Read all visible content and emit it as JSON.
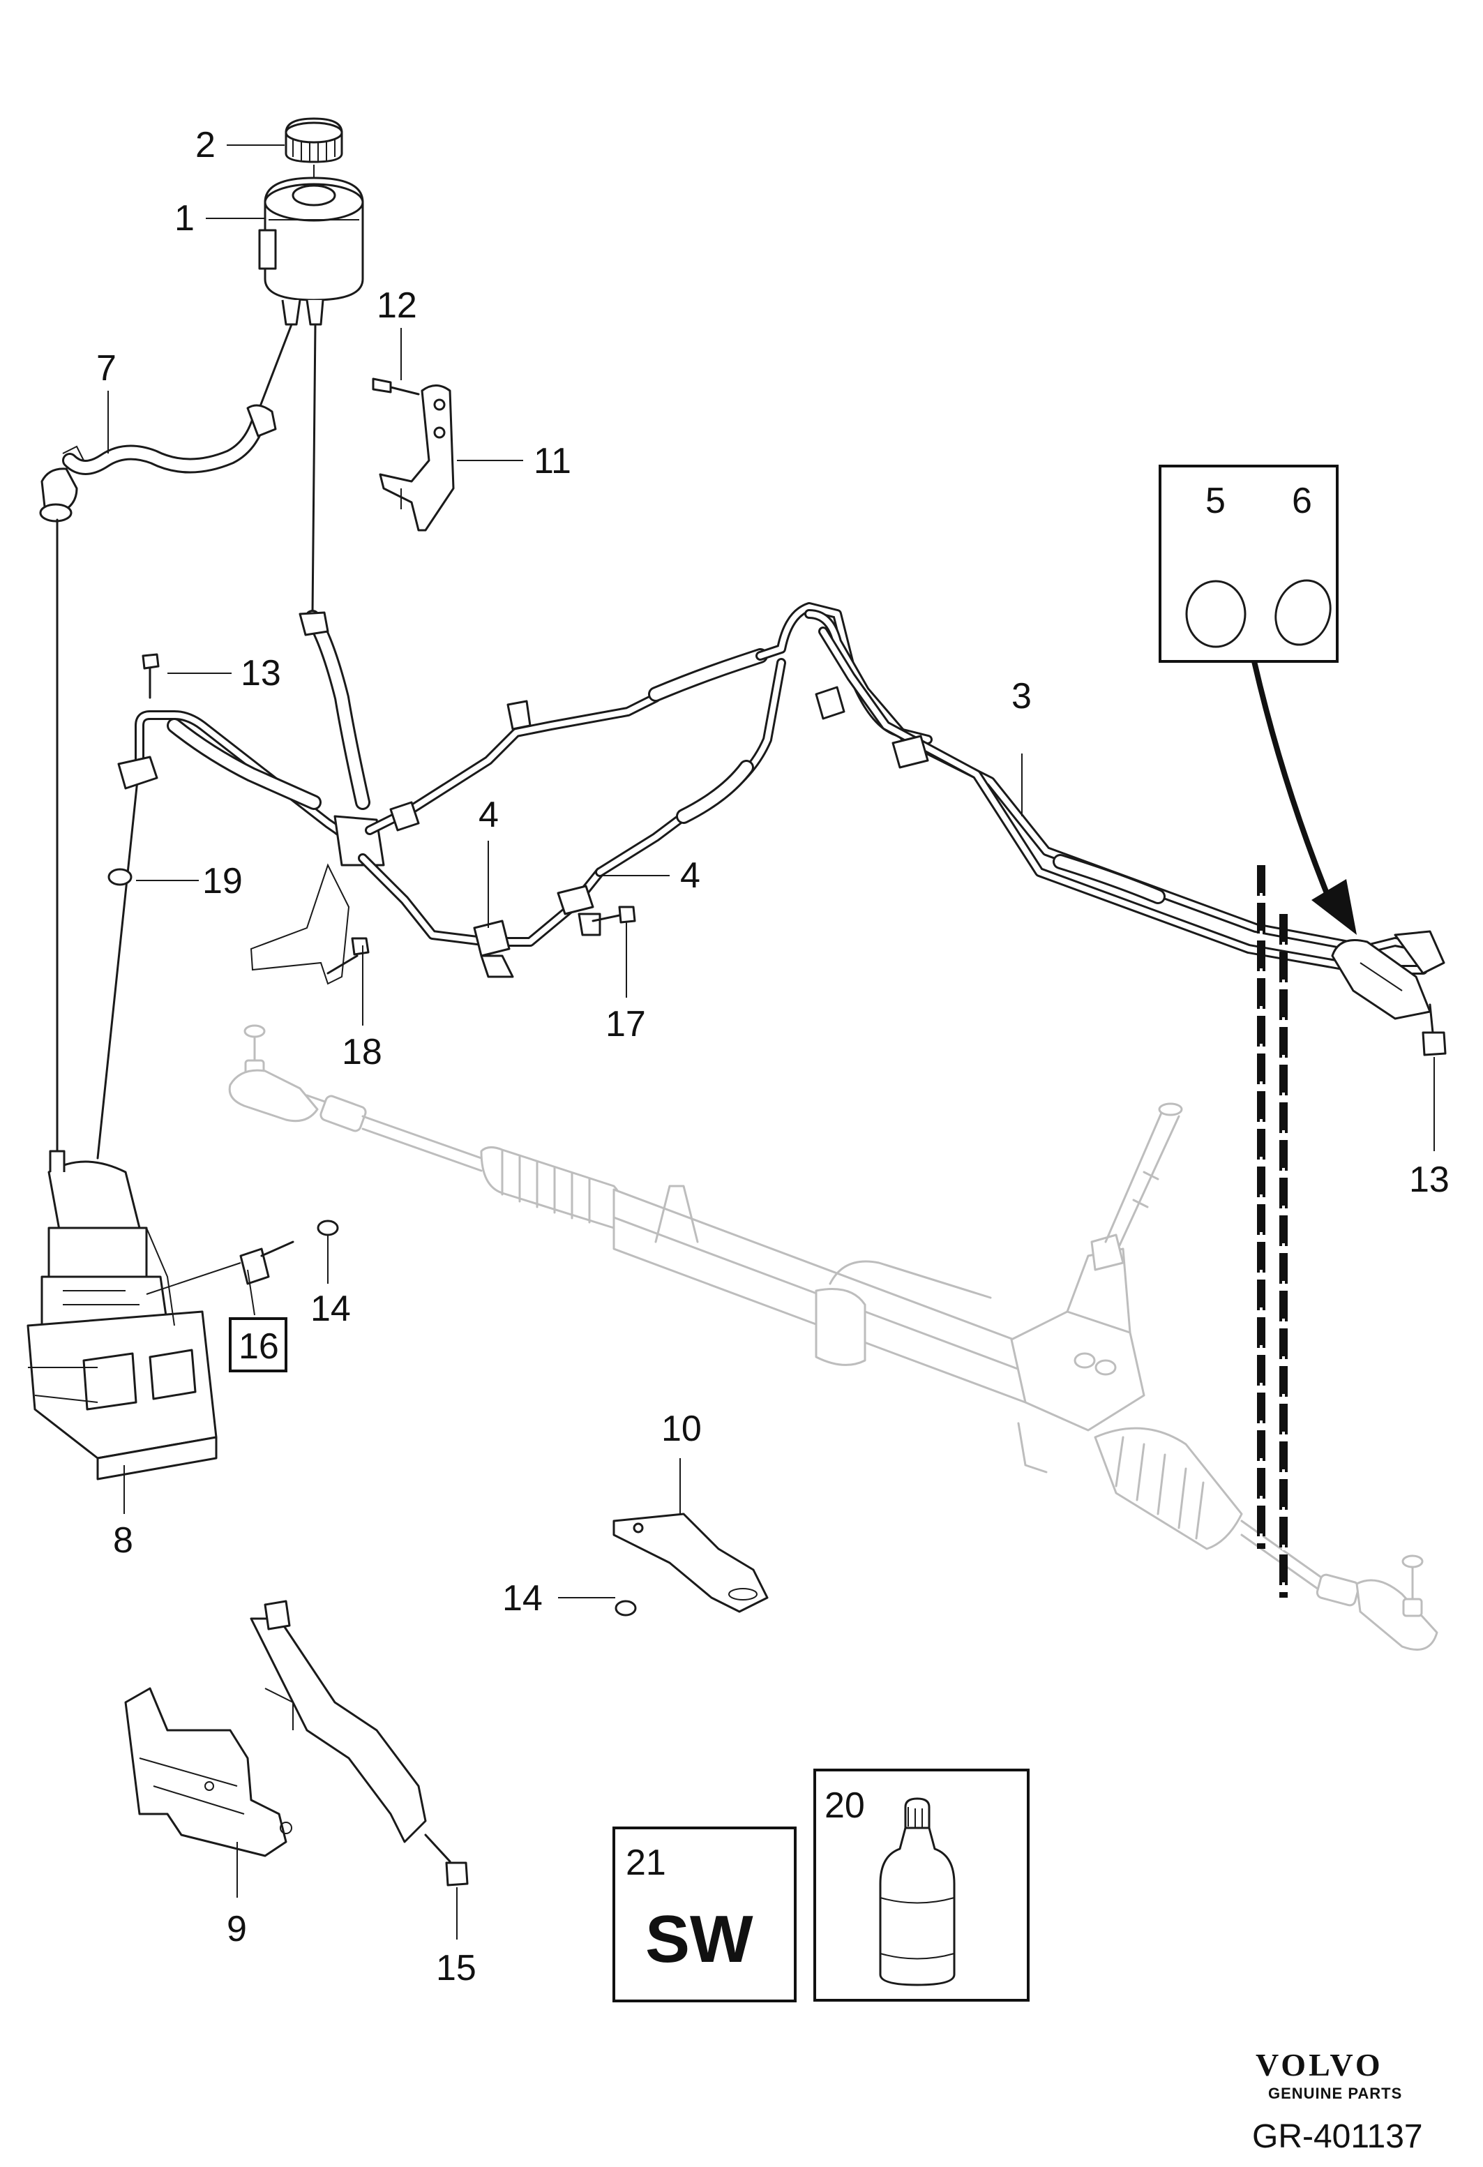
{
  "callouts": {
    "c1": "1",
    "c2": "2",
    "c3": "3",
    "c4a": "4",
    "c4b": "4",
    "c5": "5",
    "c6": "6",
    "c7": "7",
    "c8": "8",
    "c9": "9",
    "c10": "10",
    "c11": "11",
    "c12": "12",
    "c13a": "13",
    "c13b": "13",
    "c14a": "14",
    "c14b": "14",
    "c15": "15",
    "c16": "16",
    "c17": "17",
    "c18": "18",
    "c19": "19",
    "c20": "20",
    "c21": "21"
  },
  "service_box": {
    "label": "SW"
  },
  "brand": {
    "name": "VOLVO",
    "tagline": "GENUINE PARTS"
  },
  "reference": "GR-401137"
}
